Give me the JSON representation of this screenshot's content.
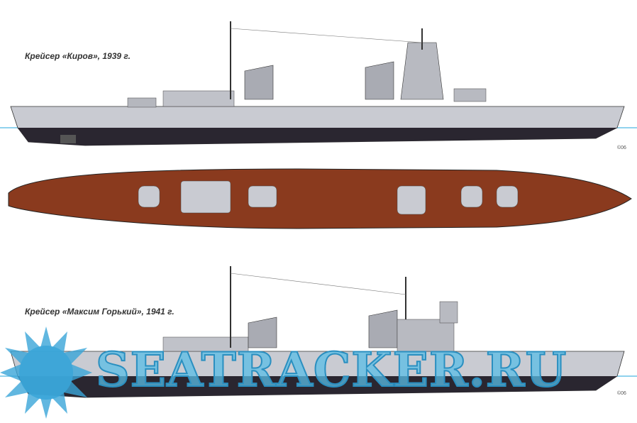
{
  "captions": {
    "kirov": "Крейсер «Киров», 1939 г.",
    "gorky": "Крейсер «Максим Горький», 1941 г."
  },
  "signatures": [
    "©06",
    "©06"
  ],
  "watermark": "SEATRACKER.RU",
  "colors": {
    "hull": "#c9cbd2",
    "deck": "#8a3a1e",
    "waterline": "#2a2630",
    "watermark": "#3aa5d8"
  }
}
